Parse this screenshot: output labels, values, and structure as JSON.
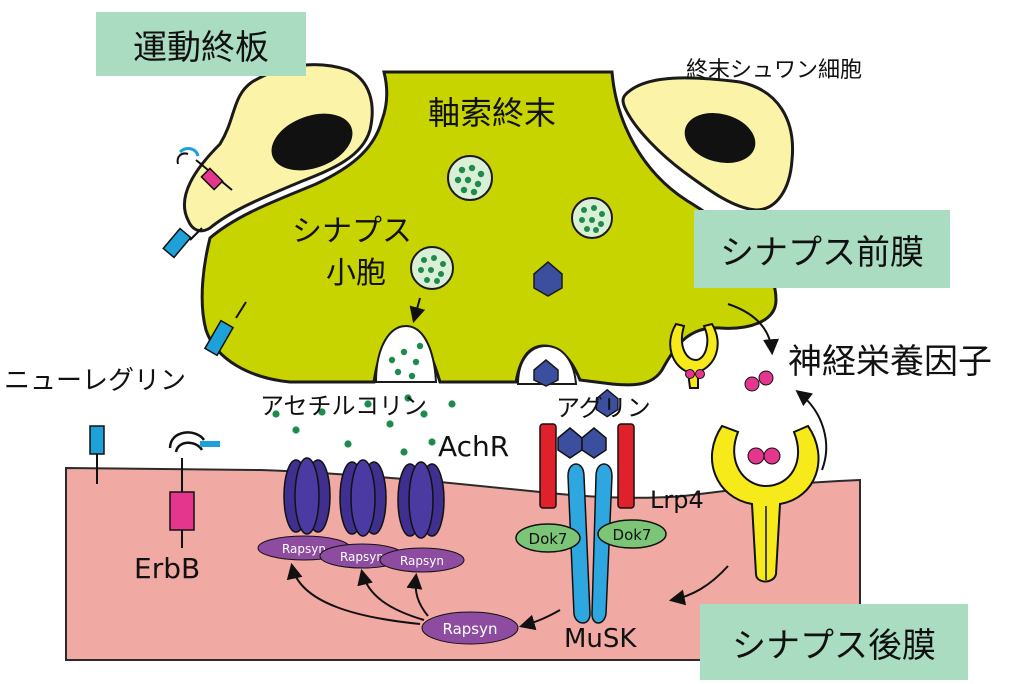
{
  "labels": {
    "motor_endplate": "運動終板",
    "terminal_schwann_cell": "終末シュワン細胞",
    "axon_terminal": "軸索終末",
    "synaptic_vesicle_line1": "シナプス",
    "synaptic_vesicle_line2": "小胞",
    "presynaptic_membrane": "シナプス前膜",
    "neurotrophic_factor": "神経栄養因子",
    "neuregulin": "ニューレグリン",
    "acetylcholine": "アセチルコリン",
    "agrin": "アグリン",
    "achr": "AchR",
    "lrp4": "Lrp4",
    "erbb": "ErbB",
    "musk": "MuSK",
    "postsynaptic_membrane": "シナプス後膜",
    "rapsyn": "Rapsyn",
    "dok7": "Dok7"
  },
  "colors": {
    "axon_terminal": "#c8d400",
    "schwann_cell": "#fbf4a8",
    "muscle": "#f0aaa3",
    "label_box": "#a9dcc0",
    "achr": "#3f2f8f",
    "rapsyn": "#8e4ca0",
    "musk": "#2ea6e0",
    "lrp4": "#e0202a",
    "dok7": "#7cc576",
    "agrin": "#3b4f9e",
    "neurotrophic_receptor": "#f6ea1a",
    "neurotrophic_factor": "#e4368c",
    "acetylcholine": "#1e8a4c",
    "neuregulin": "#1ea0d8",
    "erbb": "#e4368c"
  },
  "icons": [
    "hexagon-agrin-icon",
    "receptor-y-icon",
    "arrow-icon"
  ]
}
